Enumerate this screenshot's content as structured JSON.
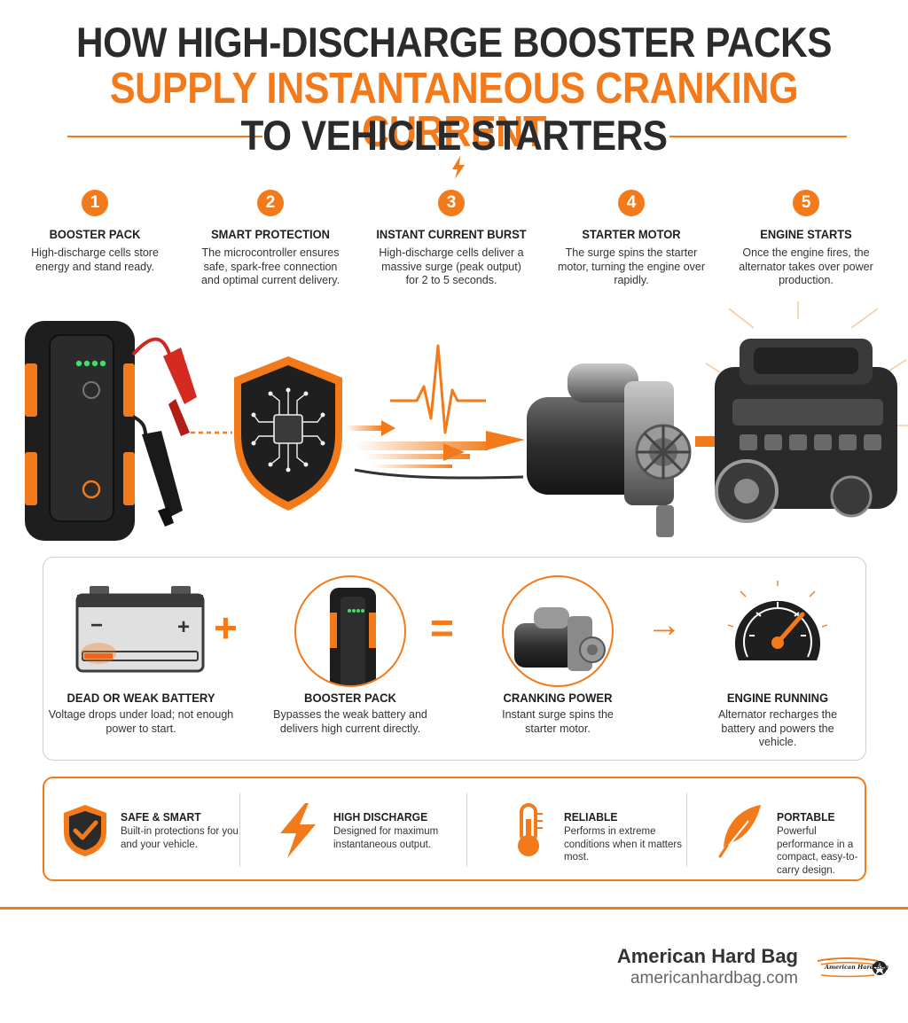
{
  "header": {
    "line1": "HOW HIGH-DISCHARGE BOOSTER PACKS",
    "line2": "SUPPLY INSTANTANEOUS CRANKING CURRENT",
    "line3": "TO VEHICLE STARTERS"
  },
  "steps": [
    {
      "num": "1",
      "title": "BOOSTER PACK",
      "desc": "High-discharge cells store energy and stand ready."
    },
    {
      "num": "2",
      "title": "SMART PROTECTION",
      "desc": "The microcontroller ensures safe, spark-free connection and optimal current delivery."
    },
    {
      "num": "3",
      "title": "INSTANT CURRENT BURST",
      "desc": "High-discharge cells deliver a massive surge (peak output) for 2 to 5 seconds."
    },
    {
      "num": "4",
      "title": "STARTER MOTOR",
      "desc": "The surge spins the starter motor, turning the engine over rapidly."
    },
    {
      "num": "5",
      "title": "ENGINE STARTS",
      "desc": "Once the engine fires, the alternator takes over power production."
    }
  ],
  "equation": {
    "items": [
      {
        "title": "DEAD OR WEAK BATTERY",
        "desc": "Voltage drops under load; not enough power to start.",
        "icon": "battery-icon"
      },
      {
        "title": "BOOSTER PACK",
        "desc": "Bypasses the weak battery and delivers high current directly.",
        "icon": "booster-pack-icon"
      },
      {
        "title": "CRANKING POWER",
        "desc": "Instant surge spins the starter motor.",
        "icon": "starter-motor-icon"
      },
      {
        "title": "ENGINE RUNNING",
        "desc": "Alternator recharges the battery and powers the vehicle.",
        "icon": "gauge-icon"
      }
    ],
    "operators": [
      "+",
      "=",
      "→"
    ]
  },
  "benefits": [
    {
      "title": "SAFE & SMART",
      "desc": "Built-in protections for you and your vehicle.",
      "icon": "shield-check-icon"
    },
    {
      "title": "HIGH DISCHARGE",
      "desc": "Designed for maximum instantaneous output.",
      "icon": "lightning-icon"
    },
    {
      "title": "RELIABLE",
      "desc": "Performs in extreme conditions when it matters most.",
      "icon": "thermometer-icon"
    },
    {
      "title": "PORTABLE",
      "desc": "Powerful performance in a compact, easy-to-carry design.",
      "icon": "feather-icon"
    }
  ],
  "brand": {
    "name": "American Hard Bag",
    "url": "americanhardbag.com",
    "logo_text": "American Hard Bag"
  },
  "colors": {
    "accent": "#f27a1a",
    "dark": "#2b2b2b",
    "text": "#333333"
  }
}
